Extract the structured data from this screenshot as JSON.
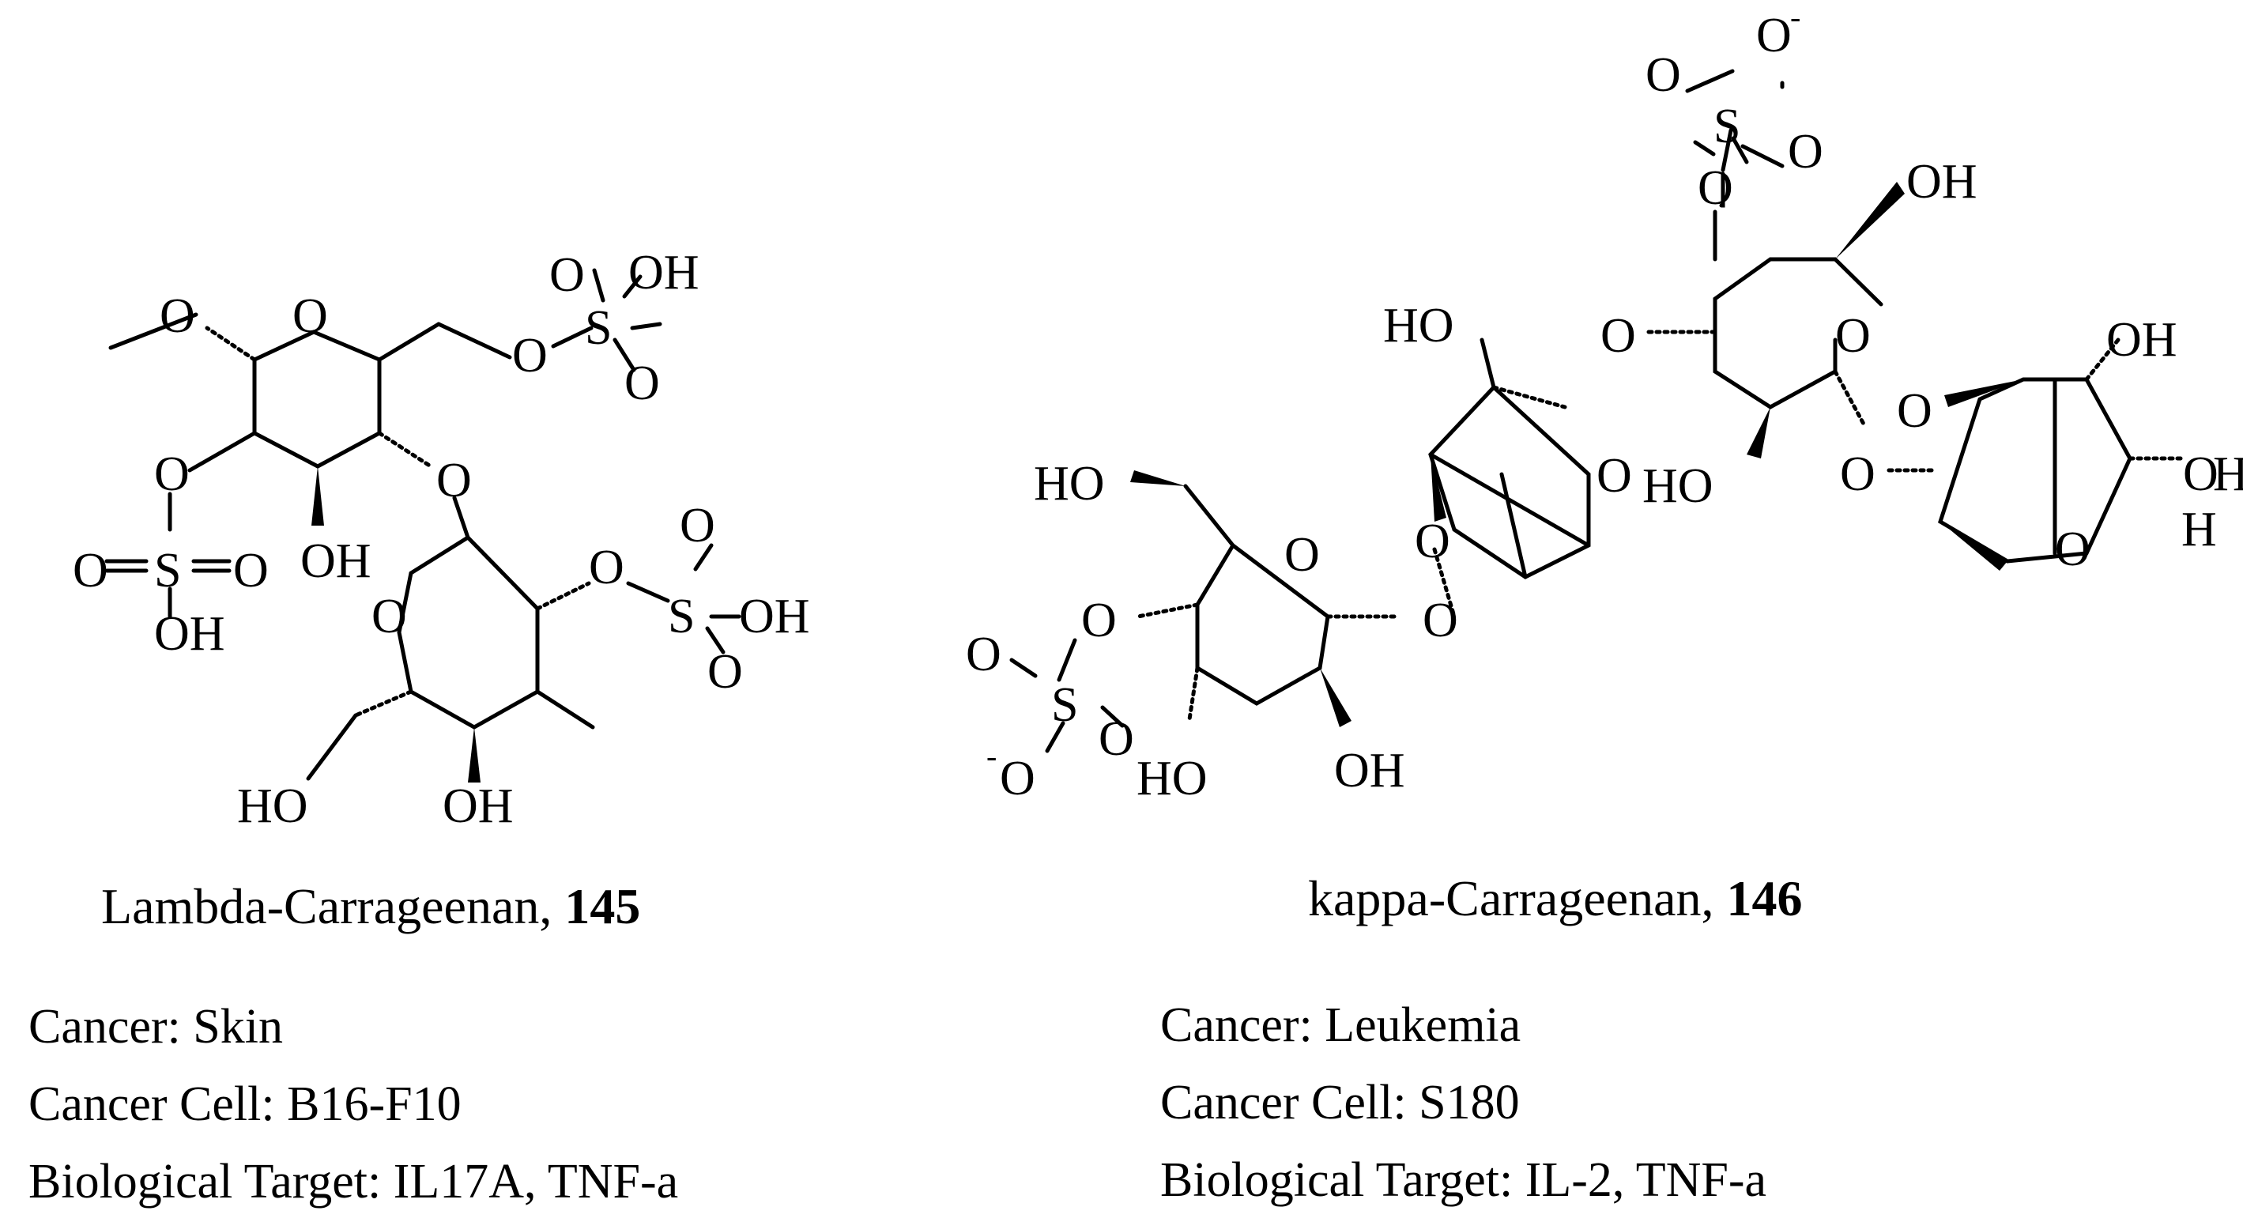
{
  "compounds": [
    {
      "name": "Lambda-Carrageenan, ",
      "number": "145",
      "info": [
        "Cancer: Skin",
        "Cancer Cell: B16-F10",
        "Biological Target: IL17A, TNF-a"
      ]
    },
    {
      "name": "kappa-Carrageenan, ",
      "number": "146",
      "info": [
        "Cancer: Leukemia",
        "Cancer Cell: S180",
        "Biological Target: IL-2, TNF-a"
      ]
    }
  ],
  "atoms": {
    "O": "O",
    "OH": "OH",
    "HO": "HO",
    "H": "H",
    "S": "S",
    "minus": "-"
  }
}
